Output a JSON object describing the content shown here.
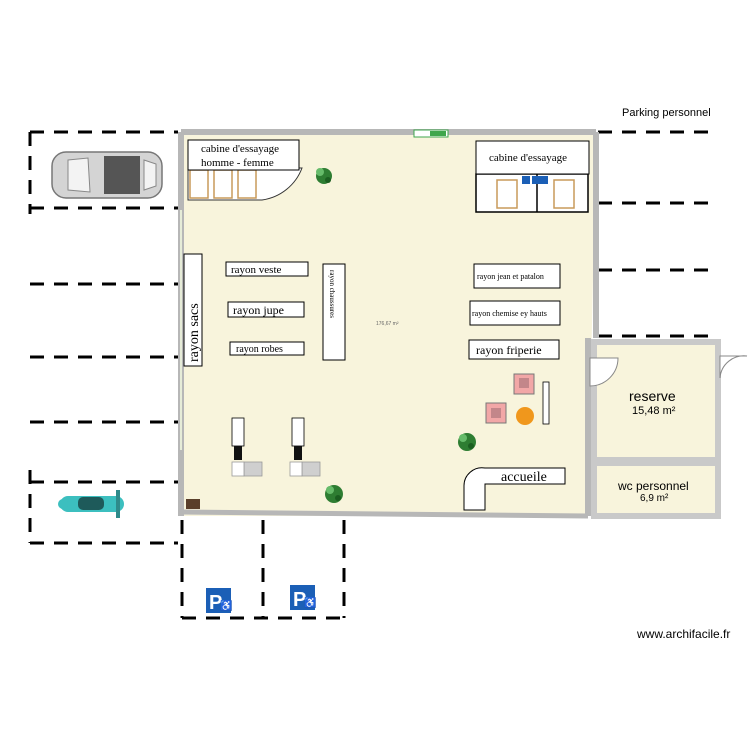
{
  "labels": {
    "parking_personnel": "Parking  personnel",
    "watermark": "www.archifacile.fr",
    "main_area": "176,67 m²"
  },
  "cabins": {
    "left_line1": "cabine d'essayage",
    "left_line2": "homme - femme",
    "right": "cabine d'essayage"
  },
  "rayons": {
    "sacs": "rayon sacs",
    "veste": "rayon  veste",
    "jupe": "rayon jupe",
    "robes": "rayon  robes",
    "chaussures": "rayon chaussures",
    "jean": "rayon jean et patalon",
    "chemise": "rayon chemise ey hauts",
    "friperie": "rayon friperie"
  },
  "rooms": {
    "reserve_name": "reserve",
    "reserve_area": "15,48 m²",
    "wc_name": "wc personnel",
    "wc_area": "6,9 m²"
  },
  "accueil": "accueile",
  "icons": {
    "accessible_parking": "P",
    "wheelchair": "♿"
  },
  "colors": {
    "floor": "#f8f4dc",
    "wall": "#b7b7b7",
    "accessible_blue": "#1b5fb6",
    "exit_green": "#3fa64c",
    "room_wall": "#c9c9c9"
  }
}
